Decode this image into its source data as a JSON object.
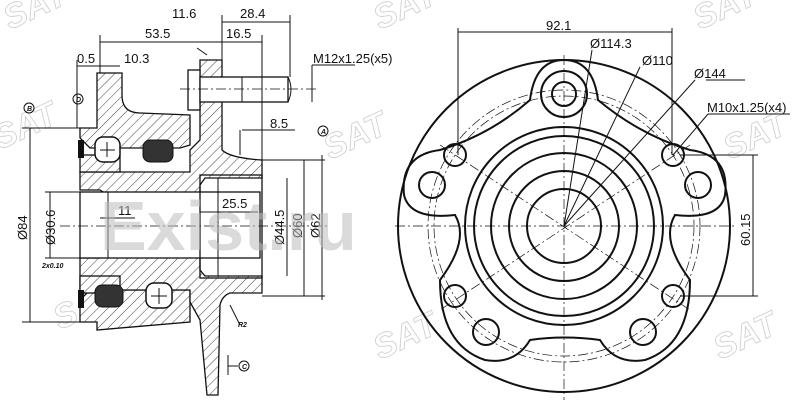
{
  "title": "Wheel hub bearing assembly drawing",
  "watermark": {
    "text": "Exist.ru",
    "logo": "SAT"
  },
  "side_view": {
    "dims": {
      "d_11_6": "11.6",
      "d_28_4": "28.4",
      "d_53_5": "53.5",
      "d_16_5": "16.5",
      "d_0_5": "0.5",
      "d_10_3": "10.3",
      "stud_thread": "M12x1.25(x5)",
      "d_8_5": "8.5",
      "d_25_5": "25.5",
      "d_11": "11",
      "dia_84": "Ø84",
      "dia_30_6": "Ø30.6",
      "dia_44_5": "Ø44.5",
      "dia_60": "Ø60",
      "dia_62": "Ø62",
      "chamfer": "2x0.10",
      "radius": "R2"
    },
    "datums": {
      "a": "A",
      "b": "B",
      "c": "C",
      "d": "D"
    }
  },
  "front_view": {
    "dims": {
      "d_92_1": "92.1",
      "dia_114_3": "Ø114.3",
      "dia_110": "Ø110",
      "dia_144": "Ø144",
      "mount_thread": "M10x1.25(x4)",
      "d_60_15": "60.15"
    }
  }
}
